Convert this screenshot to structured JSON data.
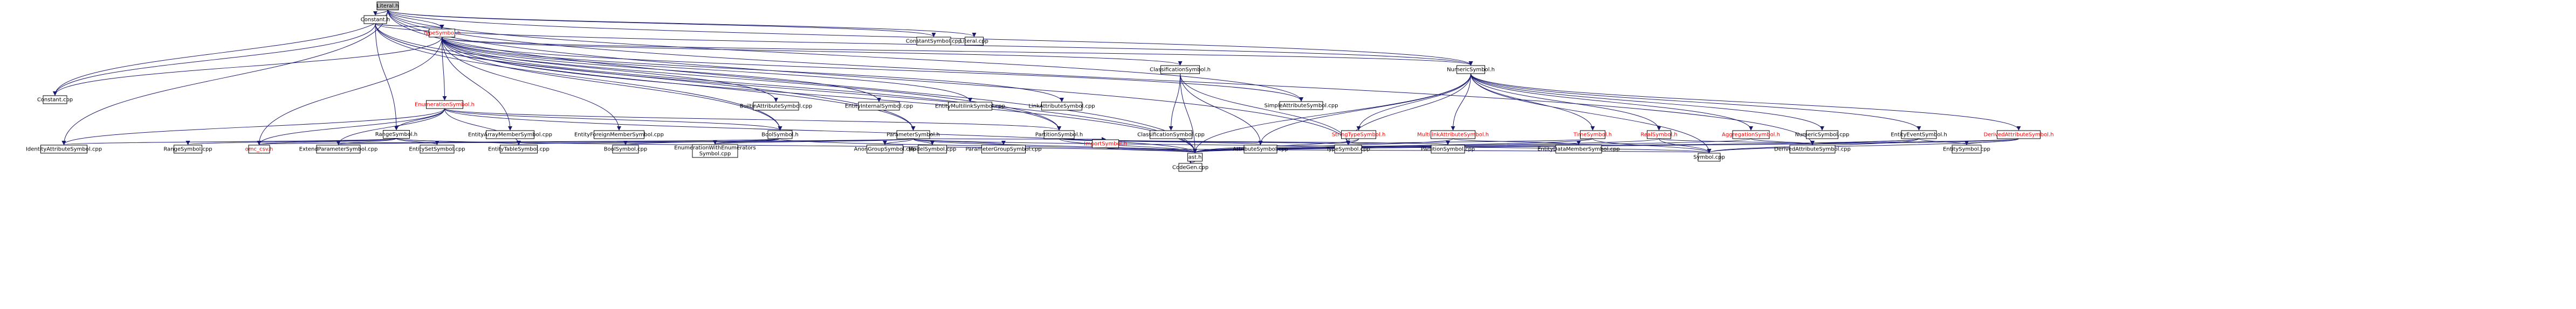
{
  "nodes": [
    {
      "id": "literal_h",
      "label": "Literal.h",
      "style": "current"
    },
    {
      "id": "constant_h",
      "label": "Constant.h",
      "style": "normal"
    },
    {
      "id": "typesymbol_h",
      "label": "TypeSymbol.h",
      "style": "red"
    },
    {
      "id": "constantsymbol_cpp",
      "label": "ConstantSymbol.cpp",
      "style": "normal"
    },
    {
      "id": "literal_cpp",
      "label": "Literal.cpp",
      "style": "normal"
    },
    {
      "id": "constant_cpp",
      "label": "Constant.cpp",
      "style": "normal"
    },
    {
      "id": "builtinattributesymbol_cpp",
      "label": "BuiltinAttributeSymbol.cpp",
      "style": "normal"
    },
    {
      "id": "entityinternalsymbol_cpp",
      "label": "EntityInternalSymbol.cpp",
      "style": "normal"
    },
    {
      "id": "entitymultilinksymbol_cpp",
      "label": "EntityMultilinkSymbol.cpp",
      "style": "normal"
    },
    {
      "id": "linkattributesymbol_cpp",
      "label": "LinkAttributeSymbol.cpp",
      "style": "normal"
    },
    {
      "id": "classificationsymbol_h",
      "label": "ClassificationSymbol.h",
      "style": "normal"
    },
    {
      "id": "simpleattributesymbol_cpp",
      "label": "SimpleAttributeSymbol.cpp",
      "style": "normal"
    },
    {
      "id": "numericsymbol_h",
      "label": "NumericSymbol.h",
      "style": "normal"
    },
    {
      "id": "enumerationsymbol_h",
      "label": "EnumerationSymbol.h",
      "style": "red"
    },
    {
      "id": "rangesymbol_h",
      "label": "RangeSymbol.h",
      "style": "normal"
    },
    {
      "id": "entityarraymembersymbol_cpp",
      "label": "EntityArrayMemberSymbol.cpp",
      "style": "normal"
    },
    {
      "id": "entityforeignmembersymbol_cpp",
      "label": "EntityForeignMemberSymbol.cpp",
      "style": "normal"
    },
    {
      "id": "boolsymbol_h",
      "label": "BoolSymbol.h",
      "style": "normal"
    },
    {
      "id": "parametersymbol_h",
      "label": "ParameterSymbol.h",
      "style": "normal"
    },
    {
      "id": "partitionsymbol_h",
      "label": "PartitionSymbol.h",
      "style": "normal"
    },
    {
      "id": "classificationsymbol_cpp",
      "label": "ClassificationSymbol.cpp",
      "style": "normal"
    },
    {
      "id": "stringtypesymbol_h",
      "label": "StringTypeSymbol.h",
      "style": "red"
    },
    {
      "id": "multilinkattributesymbol_h",
      "label": "MultilinkAttributeSymbol.h",
      "style": "red"
    },
    {
      "id": "timesymbol_h",
      "label": "TimeSymbol.h",
      "style": "red"
    },
    {
      "id": "realsymbol_h",
      "label": "RealSymbol.h",
      "style": "red"
    },
    {
      "id": "aggregationsymbol_h",
      "label": "AggregationSymbol.h",
      "style": "red"
    },
    {
      "id": "numericsymbol_cpp",
      "label": "NumericSymbol.cpp",
      "style": "normal"
    },
    {
      "id": "entityeventsymbol_h",
      "label": "EntityEventSymbol.h",
      "style": "normal"
    },
    {
      "id": "derivedattributesymbol_h",
      "label": "DerivedAttributeSymbol.h",
      "style": "red"
    },
    {
      "id": "identityattributesymbol_cpp",
      "label": "IdentityAttributeSymbol.cpp",
      "style": "normal"
    },
    {
      "id": "rangesymbol_cpp",
      "label": "RangeSymbol.cpp",
      "style": "normal"
    },
    {
      "id": "omc_csv_h",
      "label": "omc_csv.h",
      "style": "red"
    },
    {
      "id": "extendparametersymbol_cpp",
      "label": "ExtendParameterSymbol.cpp",
      "style": "normal"
    },
    {
      "id": "entitysetsymbol_cpp",
      "label": "EntitySetSymbol.cpp",
      "style": "normal"
    },
    {
      "id": "entitytablesymbol_cpp",
      "label": "EntityTableSymbol.cpp",
      "style": "normal"
    },
    {
      "id": "boolsymbol_cpp",
      "label": "BoolSymbol.cpp",
      "style": "normal"
    },
    {
      "id": "enumerationwithenumerators_cpp",
      "label": [
        "EnumerationWithEnumerators",
        "Symbol.cpp"
      ],
      "style": "normal"
    },
    {
      "id": "anongroupsymbol_cpp",
      "label": "AnonGroupSymbol.cpp",
      "style": "normal"
    },
    {
      "id": "modelsymbol_cpp",
      "label": "ModelSymbol.cpp",
      "style": "normal"
    },
    {
      "id": "parametergroupsymbol_cpp",
      "label": "ParameterGroupSymbol.cpp",
      "style": "normal"
    },
    {
      "id": "importsymbol_h",
      "label": "ImportSymbol.h",
      "style": "red"
    },
    {
      "id": "attributesymbol_cpp",
      "label": "AttributeSymbol.cpp",
      "style": "normal"
    },
    {
      "id": "typesymbol_cpp",
      "label": "TypeSymbol.cpp",
      "style": "normal"
    },
    {
      "id": "partitionsymbol_cpp",
      "label": "PartitionSymbol.cpp",
      "style": "normal"
    },
    {
      "id": "entitydatamembersymbol_cpp",
      "label": "EntityDataMemberSymbol.cpp",
      "style": "normal"
    },
    {
      "id": "derivedattributesymbol_cpp",
      "label": "DerivedAttributeSymbol.cpp",
      "style": "normal"
    },
    {
      "id": "entitysymbol_cpp",
      "label": "EntitySymbol.cpp",
      "style": "normal"
    },
    {
      "id": "ast_h",
      "label": "ast.h",
      "style": "normal"
    },
    {
      "id": "symbol_cpp",
      "label": "Symbol.cpp",
      "style": "normal"
    },
    {
      "id": "codegen_cpp",
      "label": "CodeGen.cpp",
      "style": "normal"
    }
  ],
  "edges": [
    [
      "literal_h",
      "constant_h"
    ],
    [
      "literal_h",
      "typesymbol_h"
    ],
    [
      "literal_h",
      "constantsymbol_cpp"
    ],
    [
      "literal_h",
      "literal_cpp"
    ],
    [
      "literal_h",
      "constant_cpp"
    ],
    [
      "literal_h",
      "simpleattributesymbol_cpp"
    ],
    [
      "literal_h",
      "numericsymbol_h"
    ],
    [
      "literal_h",
      "identityattributesymbol_cpp"
    ],
    [
      "literal_h",
      "ast_h"
    ],
    [
      "literal_h",
      "derivedattributesymbol_cpp"
    ],
    [
      "literal_h",
      "typesymbol_cpp"
    ],
    [
      "constant_h",
      "typesymbol_h"
    ],
    [
      "constant_h",
      "constant_cpp"
    ],
    [
      "constant_h",
      "rangesymbol_h"
    ],
    [
      "constant_h",
      "numericsymbol_h"
    ],
    [
      "constant_h",
      "boolsymbol_h"
    ],
    [
      "constant_h",
      "parametersymbol_h"
    ],
    [
      "constant_h",
      "partitionsymbol_h"
    ],
    [
      "constant_h",
      "ast_h"
    ],
    [
      "typesymbol_h",
      "constant_cpp"
    ],
    [
      "typesymbol_h",
      "builtinattributesymbol_cpp"
    ],
    [
      "typesymbol_h",
      "entityinternalsymbol_cpp"
    ],
    [
      "typesymbol_h",
      "entitymultilinksymbol_cpp"
    ],
    [
      "typesymbol_h",
      "linkattributesymbol_cpp"
    ],
    [
      "typesymbol_h",
      "classificationsymbol_h"
    ],
    [
      "typesymbol_h",
      "simpleattributesymbol_cpp"
    ],
    [
      "typesymbol_h",
      "numericsymbol_h"
    ],
    [
      "typesymbol_h",
      "enumerationsymbol_h"
    ],
    [
      "typesymbol_h",
      "entityarraymembersymbol_cpp"
    ],
    [
      "typesymbol_h",
      "entityforeignmembersymbol_cpp"
    ],
    [
      "typesymbol_h",
      "boolsymbol_h"
    ],
    [
      "typesymbol_h",
      "parametersymbol_h"
    ],
    [
      "typesymbol_h",
      "partitionsymbol_h"
    ],
    [
      "typesymbol_h",
      "omc_csv_h"
    ],
    [
      "typesymbol_h",
      "ast_h"
    ],
    [
      "classificationsymbol_h",
      "classificationsymbol_cpp"
    ],
    [
      "classificationsymbol_h",
      "attributesymbol_cpp"
    ],
    [
      "classificationsymbol_h",
      "typesymbol_cpp"
    ],
    [
      "classificationsymbol_h",
      "ast_h"
    ],
    [
      "numericsymbol_h",
      "stringtypesymbol_h"
    ],
    [
      "numericsymbol_h",
      "multilinkattributesymbol_h"
    ],
    [
      "numericsymbol_h",
      "timesymbol_h"
    ],
    [
      "numericsymbol_h",
      "realsymbol_h"
    ],
    [
      "numericsymbol_h",
      "aggregationsymbol_h"
    ],
    [
      "numericsymbol_h",
      "numericsymbol_cpp"
    ],
    [
      "numericsymbol_h",
      "entityeventsymbol_h"
    ],
    [
      "numericsymbol_h",
      "derivedattributesymbol_h"
    ],
    [
      "numericsymbol_h",
      "attributesymbol_cpp"
    ],
    [
      "numericsymbol_h",
      "typesymbol_cpp"
    ],
    [
      "numericsymbol_h",
      "ast_h"
    ],
    [
      "numericsymbol_h",
      "symbol_cpp"
    ],
    [
      "enumerationsymbol_h",
      "rangesymbol_h"
    ],
    [
      "enumerationsymbol_h",
      "boolsymbol_h"
    ],
    [
      "enumerationsymbol_h",
      "partitionsymbol_h"
    ],
    [
      "enumerationsymbol_h",
      "identityattributesymbol_cpp"
    ],
    [
      "enumerationsymbol_h",
      "omc_csv_h"
    ],
    [
      "enumerationsymbol_h",
      "extendparametersymbol_cpp"
    ],
    [
      "enumerationsymbol_h",
      "entitytablesymbol_cpp"
    ],
    [
      "enumerationsymbol_h",
      "ast_h"
    ],
    [
      "rangesymbol_h",
      "rangesymbol_cpp"
    ],
    [
      "rangesymbol_h",
      "omc_csv_h"
    ],
    [
      "rangesymbol_h",
      "extendparametersymbol_cpp"
    ],
    [
      "rangesymbol_h",
      "entitysetsymbol_cpp"
    ],
    [
      "rangesymbol_h",
      "entitytablesymbol_cpp"
    ],
    [
      "rangesymbol_h",
      "identityattributesymbol_cpp"
    ],
    [
      "rangesymbol_h",
      "ast_h"
    ],
    [
      "boolsymbol_h",
      "boolsymbol_cpp"
    ],
    [
      "boolsymbol_h",
      "omc_csv_h"
    ],
    [
      "boolsymbol_h",
      "enumerationwithenumerators_cpp"
    ],
    [
      "boolsymbol_h",
      "ast_h"
    ],
    [
      "parametersymbol_h",
      "anongroupsymbol_cpp"
    ],
    [
      "parametersymbol_h",
      "modelsymbol_cpp"
    ],
    [
      "parametersymbol_h",
      "parametergroupsymbol_cpp"
    ],
    [
      "parametersymbol_h",
      "importsymbol_h"
    ],
    [
      "parametersymbol_h",
      "entitytablesymbol_cpp"
    ],
    [
      "parametersymbol_h",
      "enumerationwithenumerators_cpp"
    ],
    [
      "parametersymbol_h",
      "extendparametersymbol_cpp"
    ],
    [
      "parametersymbol_h",
      "ast_h"
    ],
    [
      "parametersymbol_h",
      "symbol_cpp"
    ],
    [
      "partitionsymbol_h",
      "partitionsymbol_cpp"
    ],
    [
      "partitionsymbol_h",
      "attributesymbol_cpp"
    ],
    [
      "partitionsymbol_h",
      "typesymbol_cpp"
    ],
    [
      "partitionsymbol_h",
      "ast_h"
    ],
    [
      "stringtypesymbol_h",
      "typesymbol_cpp"
    ],
    [
      "stringtypesymbol_h",
      "ast_h"
    ],
    [
      "multilinkattributesymbol_h",
      "ast_h"
    ],
    [
      "multilinkattributesymbol_h",
      "entitydatamembersymbol_cpp"
    ],
    [
      "timesymbol_h",
      "typesymbol_cpp"
    ],
    [
      "timesymbol_h",
      "ast_h"
    ],
    [
      "timesymbol_h",
      "symbol_cpp"
    ],
    [
      "realsymbol_h",
      "derivedattributesymbol_cpp"
    ],
    [
      "realsymbol_h",
      "ast_h"
    ],
    [
      "realsymbol_h",
      "symbol_cpp"
    ],
    [
      "aggregationsymbol_h",
      "derivedattributesymbol_cpp"
    ],
    [
      "aggregationsymbol_h",
      "ast_h"
    ],
    [
      "entityeventsymbol_h",
      "derivedattributesymbol_cpp"
    ],
    [
      "entityeventsymbol_h",
      "entitysymbol_cpp"
    ],
    [
      "entityeventsymbol_h",
      "ast_h"
    ],
    [
      "entityeventsymbol_h",
      "symbol_cpp"
    ],
    [
      "derivedattributesymbol_h",
      "derivedattributesymbol_cpp"
    ],
    [
      "derivedattributesymbol_h",
      "entitysymbol_cpp"
    ],
    [
      "derivedattributesymbol_h",
      "ast_h"
    ],
    [
      "derivedattributesymbol_h",
      "symbol_cpp"
    ],
    [
      "importsymbol_h",
      "ast_h"
    ],
    [
      "importsymbol_h",
      "symbol_cpp"
    ],
    [
      "ast_h",
      "codegen_cpp"
    ]
  ]
}
